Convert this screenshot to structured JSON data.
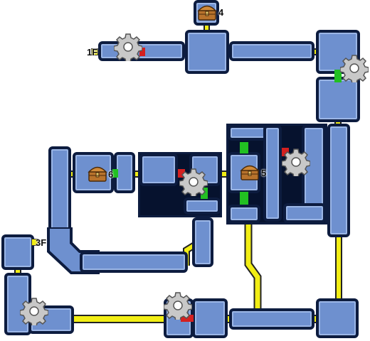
{
  "map": {
    "labels": {
      "chest_4": "4",
      "entrance_1f": "1F",
      "chest_5": "5",
      "chest_6": "6",
      "stairs_3f": "3F"
    },
    "icons": [
      "treasure-chest-icon",
      "gear-icon"
    ],
    "colors": {
      "room_fill": "#6e90cf",
      "room_border": "#0d1c3f",
      "corridor": "#f2ee14",
      "open_door": "#22c022",
      "locked_door": "#d42020",
      "void": "#06122e"
    }
  }
}
